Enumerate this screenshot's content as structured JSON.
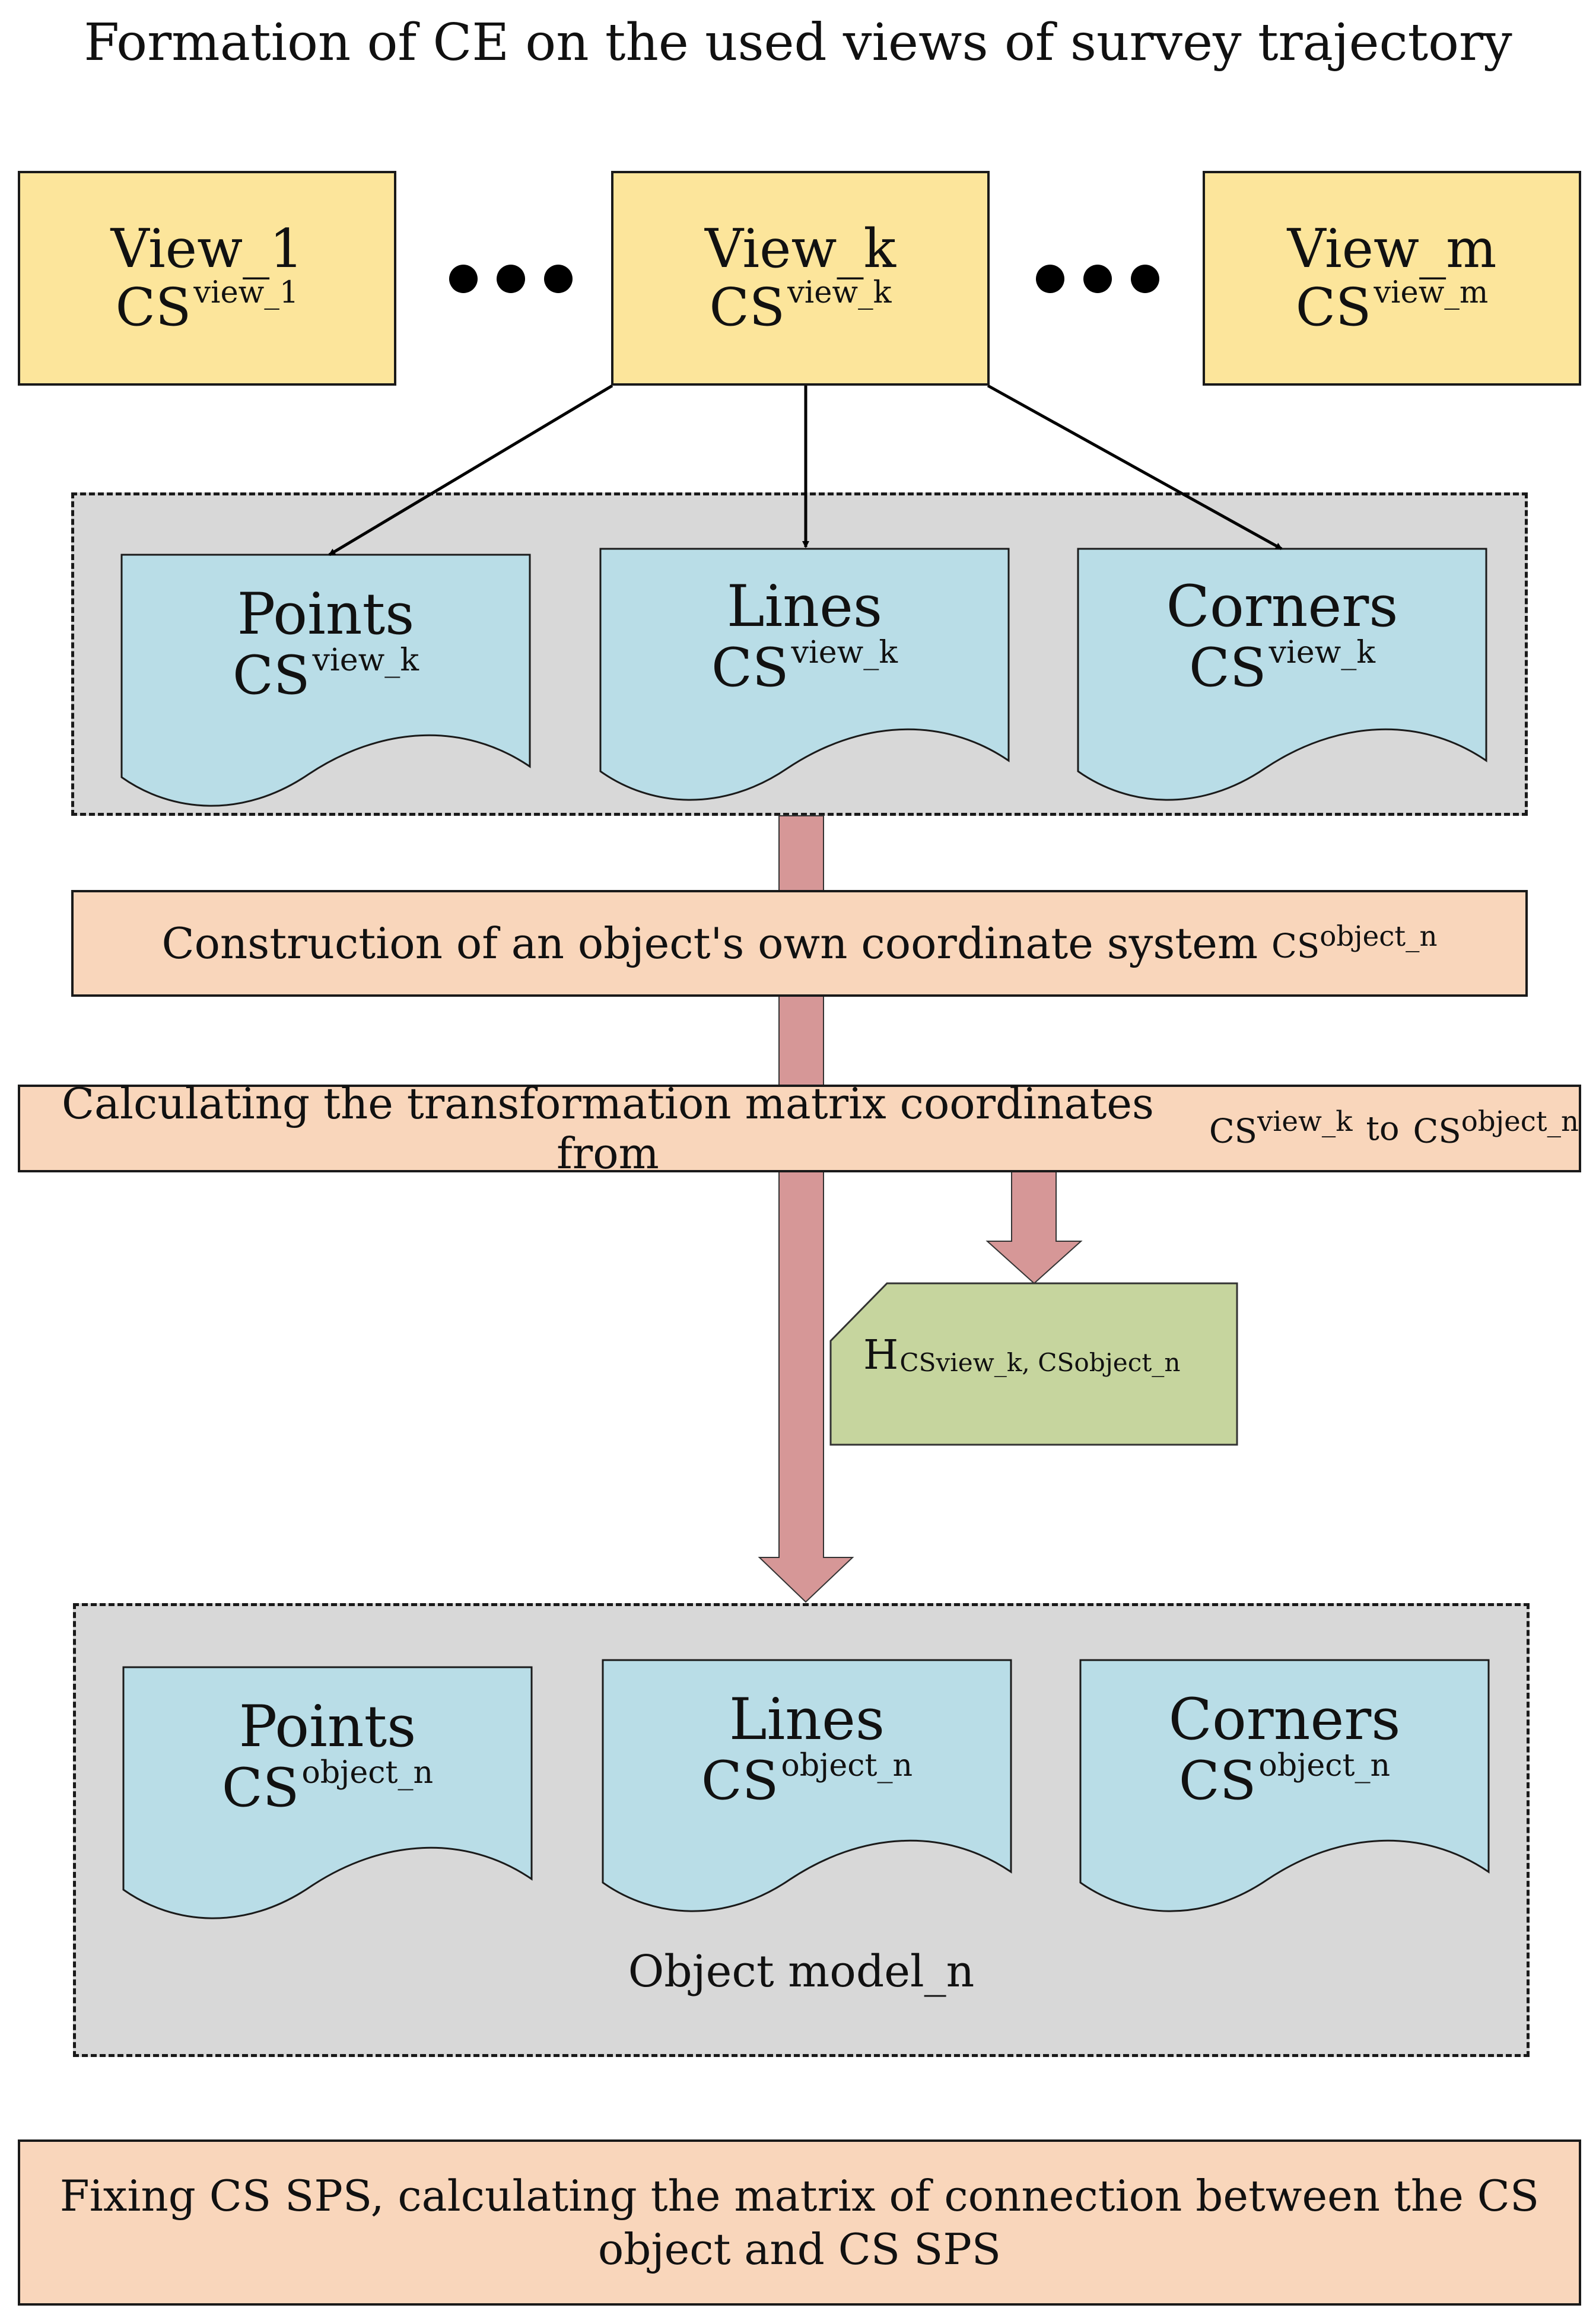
{
  "title": "Formation of CE on the used views of survey trajectory",
  "views": [
    {
      "name": "View_1",
      "cs": "CS",
      "cs_sup": "view_1"
    },
    {
      "name": "View_k",
      "cs": "CS",
      "cs_sup": "view_k"
    },
    {
      "name": "View_m",
      "cs": "CS",
      "cs_sup": "view_m"
    }
  ],
  "view_group": {
    "items": [
      {
        "name": "Points",
        "cs": "CS",
        "cs_sup": "view_k"
      },
      {
        "name": "Lines",
        "cs": "CS",
        "cs_sup": "view_k"
      },
      {
        "name": "Corners",
        "cs": "CS",
        "cs_sup": "view_k"
      }
    ]
  },
  "step_construction": {
    "text": "Construction of an object's own coordinate system",
    "cs": "CS",
    "cs_sup": "object_n"
  },
  "step_transform": {
    "text": "Calculating the transformation matrix coordinates from",
    "cs1": "CS",
    "cs1_sup": "view_k",
    "to": "to",
    "cs2": "CS",
    "cs2_sup": "object_n"
  },
  "matrix": {
    "h": "H",
    "sub": "CSview_k, CSobject_n"
  },
  "object_group": {
    "items": [
      {
        "name": "Points",
        "cs": "CS",
        "cs_sup": "object_n"
      },
      {
        "name": "Lines",
        "cs": "CS",
        "cs_sup": "object_n"
      },
      {
        "name": "Corners",
        "cs": "CS",
        "cs_sup": "object_n"
      }
    ],
    "label": "Object model_n"
  },
  "step_fixing": {
    "text": "Fixing CS SPS, calculating the matrix of connection between the CS object and CS SPS"
  },
  "colors": {
    "view_fill": "#fce59b",
    "doc_fill": "#b9dde7",
    "group_fill": "#d8d8d8",
    "step_fill": "#f9d6bb",
    "matrix_fill": "#c6d59e",
    "flow_arrow": "#d69797"
  }
}
